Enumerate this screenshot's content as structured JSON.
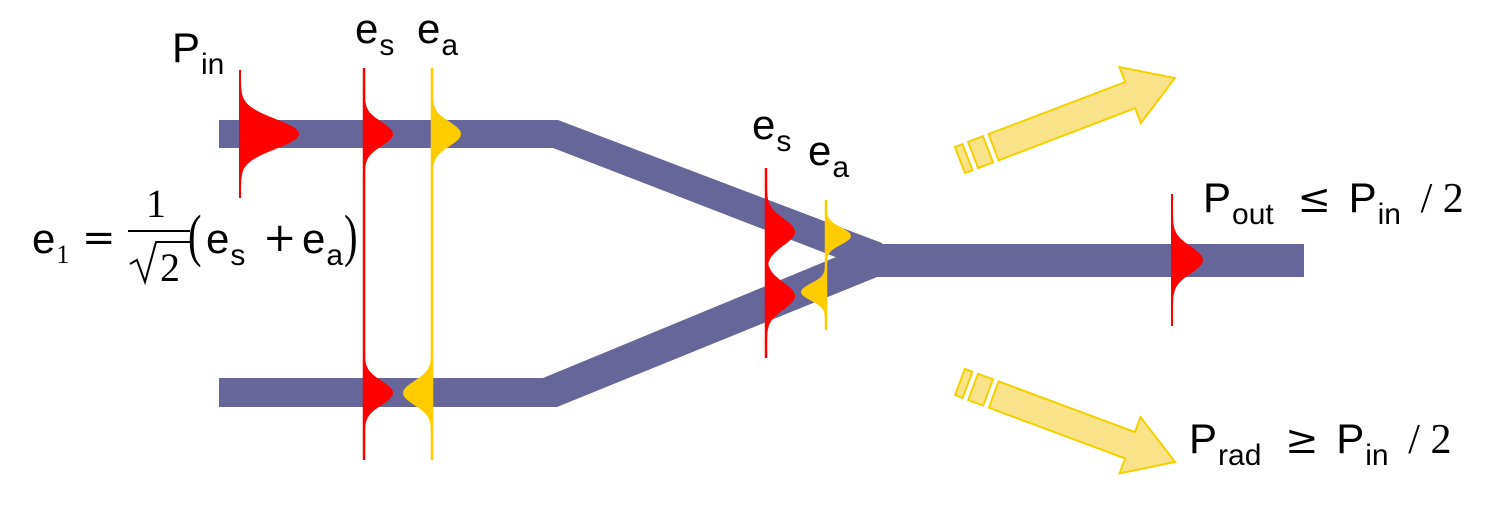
{
  "labels": {
    "p_in": {
      "main": "P",
      "sub": "in"
    },
    "e_s_input": {
      "main": "e",
      "sub": "s"
    },
    "e_a_input": {
      "main": "e",
      "sub": "a"
    },
    "e_s_junction": {
      "main": "e",
      "sub": "s"
    },
    "e_a_junction": {
      "main": "e",
      "sub": "a"
    }
  },
  "equation": {
    "lhs_main": "e",
    "lhs_sub": "1",
    "equals": "=",
    "numerator": "1",
    "denominator": "2",
    "term1_main": "e",
    "term1_sub": "s",
    "plus": "+",
    "term2_main": "e",
    "term2_sub": "a",
    "open_paren": "(",
    "close_paren": ")"
  },
  "outputs": {
    "p_out": {
      "main": "P",
      "sub": "out",
      "relation": "≤",
      "rhs_main": "P",
      "rhs_sub": "in",
      "divisor": "/ 2"
    },
    "p_rad": {
      "main": "P",
      "sub": "rad",
      "relation": "≥",
      "rhs_main": "P",
      "rhs_sub": "in",
      "divisor": "/ 2"
    }
  },
  "colors": {
    "waveguide": "#66669a",
    "symmetric_mode": "#ff0000",
    "antisymmetric_mode": "#ffcc00",
    "radiation_arrow_fill": "#fbe38a",
    "radiation_arrow_stroke": "#f5d000"
  },
  "icons": {
    "radiation_up": "arrow-up-right-icon",
    "radiation_down": "arrow-down-right-icon"
  }
}
